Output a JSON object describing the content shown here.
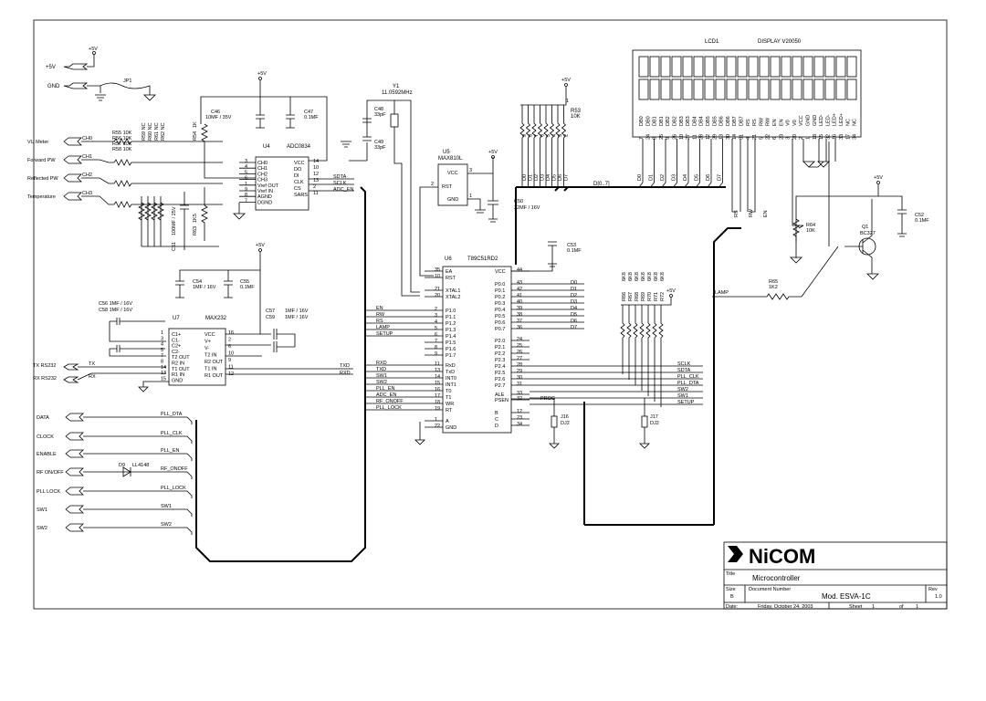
{
  "title_block": {
    "logo": "NiCOM",
    "title_label": "Title",
    "title": "Microcontroller",
    "size_label": "Size",
    "size": "B",
    "docnum_label": "Document Number",
    "docnum": "Mod. ESVA-1C",
    "rev_label": "Rev",
    "rev": "1.0",
    "date_label": "Date:",
    "date": "Friday, October 24, 2003",
    "sheet_label": "Sheet",
    "sheet": "1",
    "of_label": "of",
    "of": "1"
  },
  "power": {
    "vcc": "+5V",
    "gnd": "GND",
    "plus5": "+5V",
    "jp1": "JP1"
  },
  "inputs": [
    "VU Meter",
    "Forward PW",
    "Reflected PW",
    "Temperature"
  ],
  "ch_nets": [
    "CH0",
    "CH1",
    "CH2",
    "CH3"
  ],
  "res_left": [
    "R55 10K",
    "R56 10K",
    "R57 10K",
    "R58 10K"
  ],
  "res_nc": [
    "R59 NC",
    "R60 NC",
    "R61 NC",
    "R62 NC"
  ],
  "adc": {
    "ref": "U4",
    "part": "ADC0834",
    "left_pins": [
      "CH0",
      "CH1",
      "CH2",
      "CH3",
      "Vref OUT",
      "Vref IN",
      "AGND",
      "DGND"
    ],
    "left_nums": [
      "3",
      "4",
      "5",
      "6",
      "1",
      "9",
      "8",
      "7"
    ],
    "right_pins": [
      "VCC",
      "DO",
      "DI",
      "CLK",
      "CS",
      "SARS"
    ],
    "right_nums": [
      "14",
      "10",
      "12",
      "13",
      "2",
      "11"
    ],
    "r54": "R54",
    "r54v": "1K",
    "r63": "R63",
    "r63v": "1K5",
    "c51": "C51",
    "c51v": "100MF / 25V",
    "c46": "C46",
    "c46v": "10MF / 35V",
    "c47": "C47",
    "c47v": "0.1MF",
    "nets": [
      "SDTA",
      "SCLK",
      "ADC_EN"
    ]
  },
  "crystal": {
    "ref": "Y1",
    "freq": "11.0592MHz",
    "c48": "C48",
    "c48v": "33pF",
    "c49": "C49",
    "c49v": "33pF"
  },
  "reset": {
    "ref": "U5",
    "part": "MAX810L",
    "vcc": "VCC",
    "rst": "RST",
    "gnd": "GND",
    "p3": "3",
    "p2": "2",
    "p1": "1",
    "c50": "C50",
    "c50v": "22MF / 16V"
  },
  "r53": {
    "ref": "R53",
    "val": "10K",
    "pins": [
      "9",
      "8",
      "7",
      "6",
      "5",
      "4",
      "3",
      "2"
    ],
    "pin1": "1"
  },
  "bus_label": "D[0..7]",
  "bus_nets": [
    "D0",
    "D1",
    "D2",
    "D3",
    "D4",
    "D5",
    "D6",
    "D7"
  ],
  "lcd": {
    "ref": "LCD1",
    "part": "DISPLAY V20050",
    "pin_names": [
      "DB0",
      "DB0",
      "DB1",
      "DB1",
      "DB2",
      "DB2",
      "DB3",
      "DB3",
      "DB4",
      "DB4",
      "DB5",
      "DB5",
      "DB6",
      "DB6",
      "DB7",
      "DB7",
      "RS",
      "RS",
      "RW",
      "RW",
      "EN",
      "EN",
      "V0",
      "V0",
      "VCC",
      "GND",
      "GND",
      "LED-",
      "LED-",
      "LED+",
      "LED+",
      "NC",
      "NC"
    ],
    "pin_nums": [
      "7",
      "24",
      "8",
      "25",
      "9",
      "26",
      "10",
      "27",
      "11",
      "28",
      "12",
      "29",
      "13",
      "30",
      "14",
      "31",
      "4",
      "21",
      "5",
      "22",
      "6",
      "23",
      "3",
      "20",
      "2",
      "1",
      "18",
      "15",
      "32",
      "16",
      "33",
      "17",
      "34"
    ],
    "nets_bottom": [
      "RS",
      "RW",
      "EN"
    ]
  },
  "contrast": {
    "r64": "R64",
    "r64v": "10K",
    "c52": "C52",
    "c52v": "0.1MF",
    "q1": "Q1",
    "q1v": "BC327",
    "r65": "R65",
    "r65v": "1K2",
    "lamp": "LAMP"
  },
  "mcu": {
    "ref": "U6",
    "part": "T89C51RD2",
    "left": [
      [
        "35",
        "EA"
      ],
      [
        "10",
        "RST"
      ],
      [
        "21",
        "XTAL1"
      ],
      [
        "20",
        "XTAL2"
      ],
      [
        "2",
        "P1.0"
      ],
      [
        "3",
        "P1.1"
      ],
      [
        "4",
        "P1.2"
      ],
      [
        "5",
        "P1.3"
      ],
      [
        "6",
        "P1.4"
      ],
      [
        "7",
        "P1.5"
      ],
      [
        "8",
        "P1.6"
      ],
      [
        "9",
        "P1.7"
      ],
      [
        "11",
        "RxD"
      ],
      [
        "13",
        "TxD"
      ],
      [
        "14",
        "INT0"
      ],
      [
        "15",
        "INT1"
      ],
      [
        "16",
        "T0"
      ],
      [
        "17",
        "T1"
      ],
      [
        "18",
        "WR"
      ],
      [
        "19",
        "RT"
      ],
      [
        "1",
        "A"
      ],
      [
        "22",
        "GND"
      ]
    ],
    "left_nets": [
      "EN",
      "RW",
      "RS",
      "LAMP",
      "SETUP",
      "RXD",
      "TXD",
      "SW1",
      "SW2",
      "PLL_EN",
      "ADC_EN",
      "RF_ONOFF",
      "PLL_LOCK"
    ],
    "right": [
      [
        "44",
        "VCC"
      ],
      [
        "43",
        "P0.0"
      ],
      [
        "42",
        "P0.1"
      ],
      [
        "41",
        "P0.2"
      ],
      [
        "40",
        "P0.3"
      ],
      [
        "39",
        "P0.4"
      ],
      [
        "38",
        "P0.5"
      ],
      [
        "37",
        "P0.6"
      ],
      [
        "36",
        "P0.7"
      ],
      [
        "24",
        "P2.0"
      ],
      [
        "25",
        "P2.1"
      ],
      [
        "26",
        "P2.2"
      ],
      [
        "27",
        "P2.3"
      ],
      [
        "28",
        "P2.4"
      ],
      [
        "29",
        "P2.5"
      ],
      [
        "30",
        "P2.6"
      ],
      [
        "31",
        "P2.7"
      ],
      [
        "33",
        "ALE"
      ],
      [
        "32",
        "PSEN"
      ],
      [
        "12",
        "B"
      ],
      [
        "23",
        "C"
      ],
      [
        "34",
        "D"
      ]
    ],
    "c53": "C53",
    "c53v": "0.1MF",
    "c54": "C54",
    "c54v": "1MF / 16V",
    "c55": "C55",
    "c55v": "0.1MF",
    "prog": "PROG",
    "j16": "J16",
    "dj2": "DJ2",
    "j17": "J17",
    "dj2b": "DJ2"
  },
  "pullups": {
    "refs": [
      "R66",
      "R67",
      "R68",
      "R69",
      "R70",
      "R71",
      "R72"
    ],
    "val": "6K8",
    "nets": [
      "SCLK",
      "SDTA",
      "PLL_CLK",
      "PLL_DTA",
      "SW2",
      "SW1",
      "SETUP"
    ]
  },
  "max232": {
    "ref": "U7",
    "part": "MAX232",
    "left": [
      [
        "1",
        "C1+"
      ],
      [
        "3",
        "C1-"
      ],
      [
        "4",
        "C2+"
      ],
      [
        "5",
        "C2-"
      ],
      [
        "7",
        "T2 OUT"
      ],
      [
        "8",
        "R2 IN"
      ],
      [
        "14",
        "T1 OUT"
      ],
      [
        "13",
        "R1 IN"
      ],
      [
        "15",
        "GND"
      ]
    ],
    "right": [
      [
        "16",
        "VCC"
      ],
      [
        "2",
        "V+"
      ],
      [
        "6",
        "V-"
      ],
      [
        "10",
        "T2 IN"
      ],
      [
        "9",
        "R2 OUT"
      ],
      [
        "11",
        "T1 IN"
      ],
      [
        "12",
        "R1 OUT"
      ]
    ],
    "c56": "C56 1MF / 16V",
    "c58": "C58 1MF / 16V",
    "c57": "C57",
    "c57v": "1MF / 16V",
    "c59": "C59",
    "c59v": "1MF / 16V",
    "tx": "TX RS232",
    "rx": "RX RS232",
    "txn": "TX",
    "rxn": "RX",
    "txd": "TXD",
    "rxd": "RXD"
  },
  "connectors": [
    {
      "label": "DATA",
      "net": "PLL_DTA"
    },
    {
      "label": "CLOCK",
      "net": "PLL_CLK"
    },
    {
      "label": "ENABLE",
      "net": "PLL_EN"
    },
    {
      "label": "RF ON/OFF",
      "net": "RF_ONOFF"
    },
    {
      "label": "PLL LOCK",
      "net": "PLL_LOCK"
    },
    {
      "label": "SW1",
      "net": "SW1"
    },
    {
      "label": "SW2",
      "net": "SW2"
    }
  ],
  "d9": {
    "ref": "D9",
    "part": "LL4148"
  }
}
